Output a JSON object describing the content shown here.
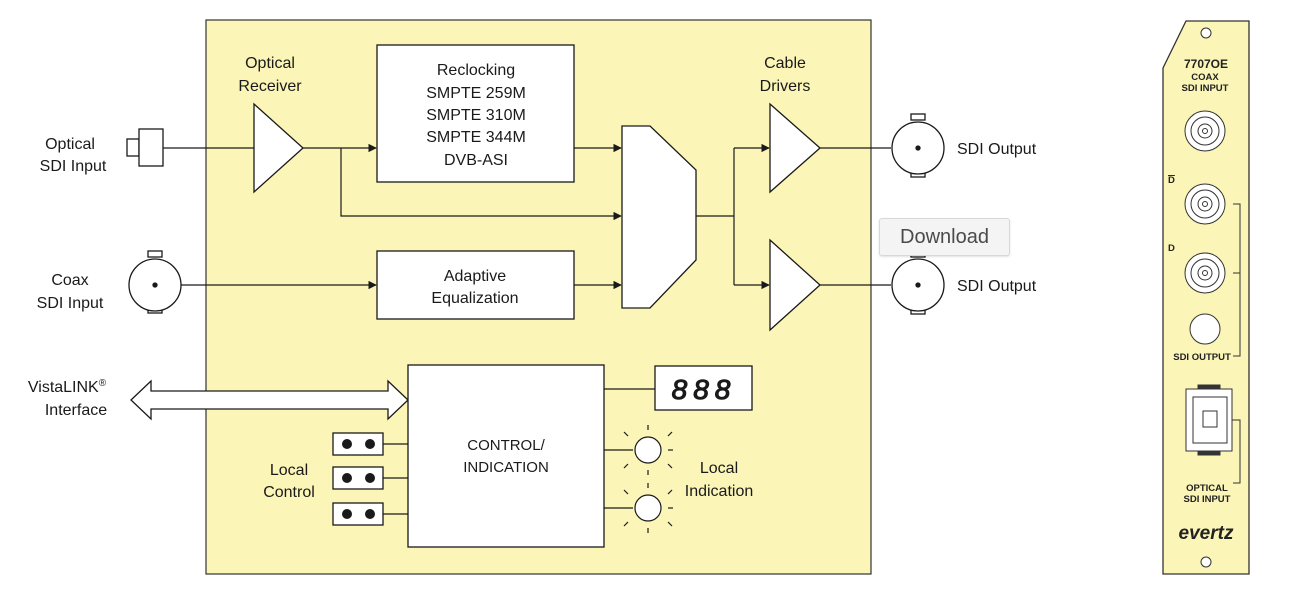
{
  "diagram": {
    "inputs": {
      "optical_sdi": [
        "Optical",
        "SDI Input"
      ],
      "coax_sdi": [
        "Coax",
        "SDI Input"
      ],
      "vistalink": [
        "VistaLINK",
        "Interface"
      ],
      "vistalink_reg": "®"
    },
    "blocks": {
      "optical_receiver": [
        "Optical",
        "Receiver"
      ],
      "reclocking": [
        "Reclocking",
        "SMPTE 259M",
        "SMPTE 310M",
        "SMPTE 344M",
        "DVB-ASI"
      ],
      "adaptive_eq": [
        "Adaptive",
        "Equalization"
      ],
      "cable_drivers": [
        "Cable",
        "Drivers"
      ],
      "control": [
        "CONTROL/",
        "INDICATION"
      ],
      "display_digits": "888"
    },
    "outputs": {
      "sdi_output_1": "SDI Output",
      "sdi_output_2": "SDI Output"
    },
    "local_control": [
      "Local",
      "Control"
    ],
    "local_indication": [
      "Local",
      "Indication"
    ]
  },
  "panel": {
    "model": "7707OE",
    "coax_label": [
      "COAX",
      "SDI INPUT"
    ],
    "d_bar_label": "D",
    "d_label": "D",
    "sdi_output_label": "SDI OUTPUT",
    "optical_label": [
      "OPTICAL",
      "SDI INPUT"
    ],
    "brand": "evertz"
  },
  "download_button": {
    "label": "Download"
  },
  "colors": {
    "block_background": "#fbf5b7",
    "line": "#1a1a1a",
    "panel_background": "#fbf5b7"
  }
}
